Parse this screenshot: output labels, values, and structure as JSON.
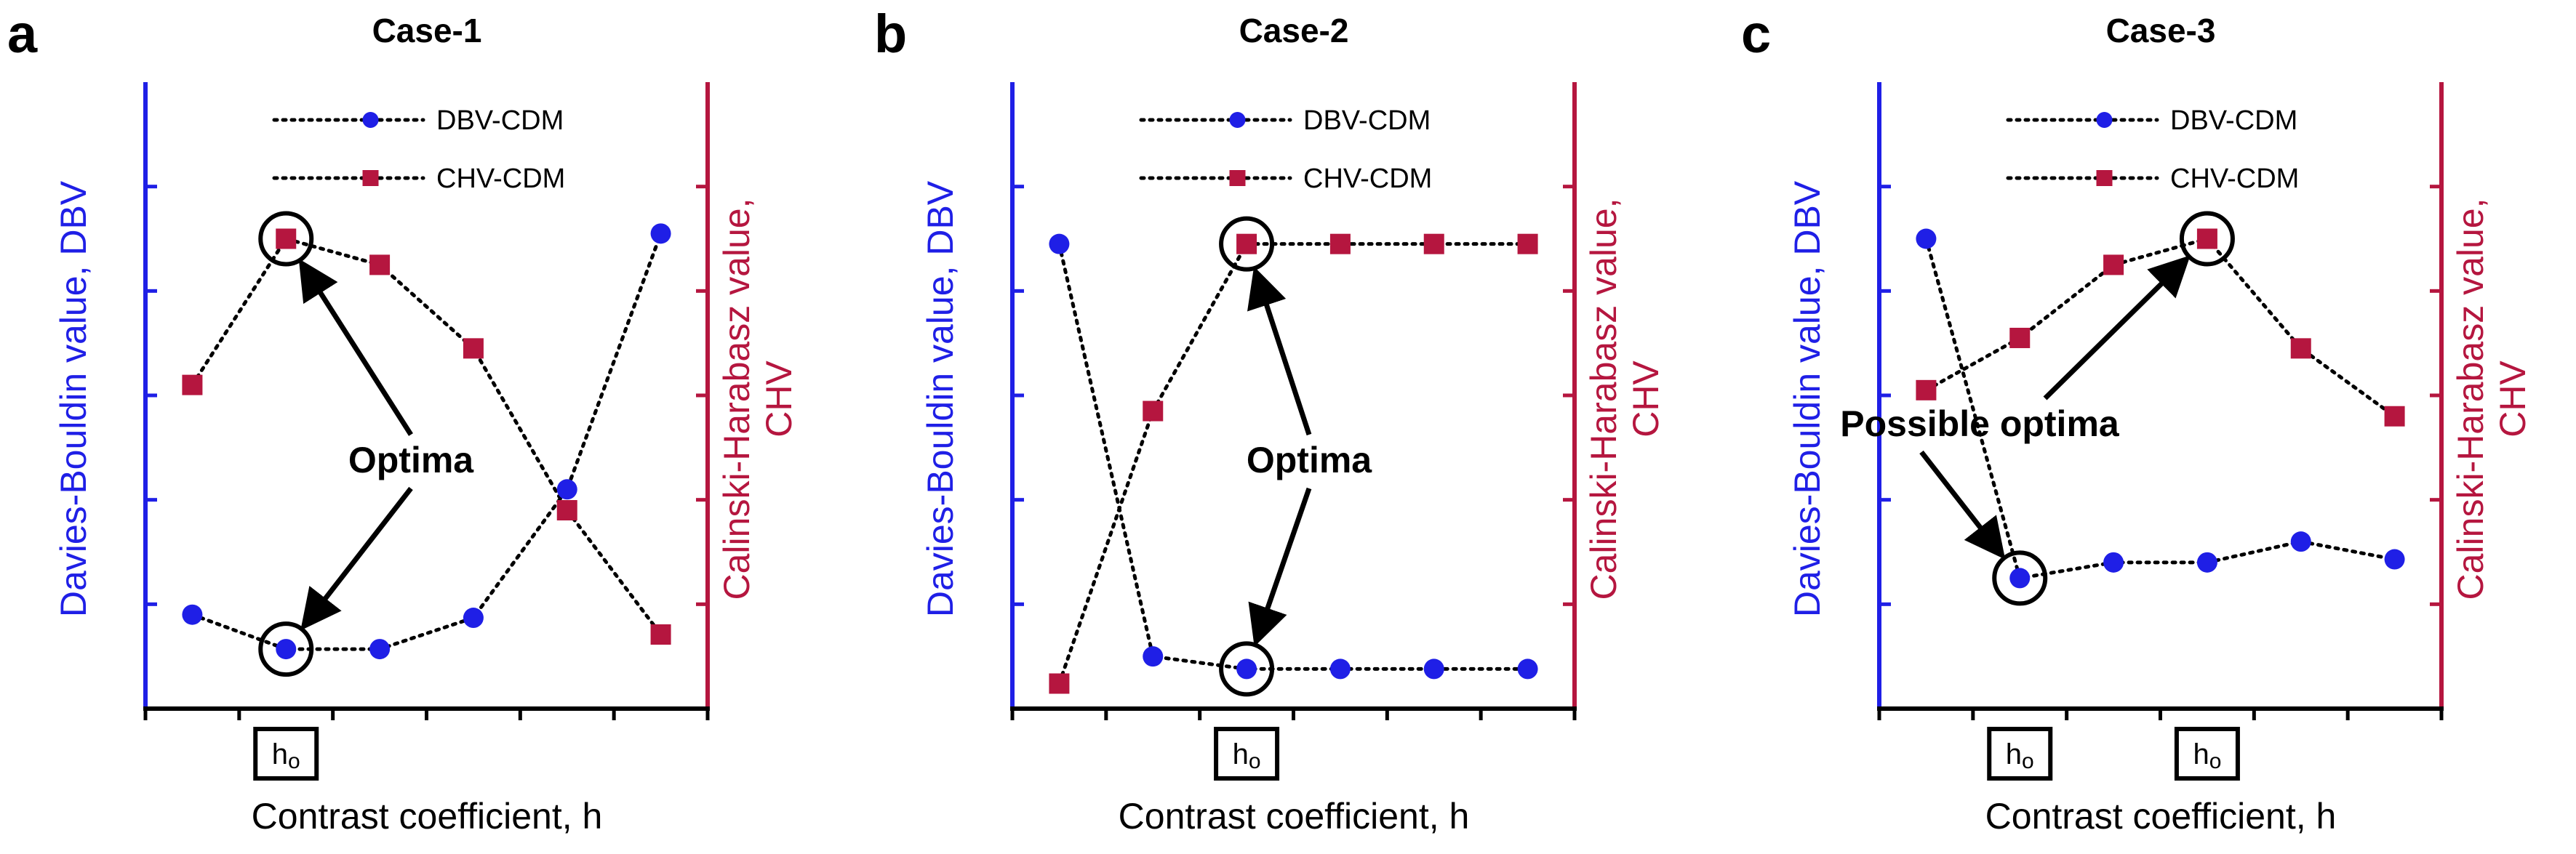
{
  "colors": {
    "dbv": "#1f1fe6",
    "chv": "#b5163f",
    "text": "#000000"
  },
  "chart_data": [
    {
      "type": "line",
      "panel": "a",
      "title": "Case-1",
      "xlabel": "Contrast coefficient, h",
      "ylabel_left": [
        "Davies-Bouldin value, ",
        "DBV"
      ],
      "ylabel_right": [
        "Calinski-Harabasz value,",
        "CHV"
      ],
      "x": [
        1,
        2,
        3,
        4,
        5,
        6
      ],
      "xlim": [
        0.5,
        6.5
      ],
      "ylim": [
        0,
        6
      ],
      "y2lim": [
        0,
        6
      ],
      "legend_placement": "top-center",
      "grid": false,
      "series": [
        {
          "name": "DBV-CDM",
          "axis": "left",
          "marker": "circle",
          "values": [
            0.9,
            0.57,
            0.57,
            0.87,
            2.1,
            4.55
          ]
        },
        {
          "name": "CHV-CDM",
          "axis": "right",
          "marker": "square",
          "values": [
            3.1,
            4.5,
            4.25,
            3.45,
            1.9,
            0.71
          ]
        }
      ],
      "annotations": [
        {
          "text": "Optima",
          "circled": [
            {
              "series": 1,
              "index": 1
            },
            {
              "series": 0,
              "index": 1
            }
          ]
        }
      ],
      "tick_boxes": [
        {
          "text": "ho",
          "x": 2
        }
      ]
    },
    {
      "type": "line",
      "panel": "b",
      "title": "Case-2",
      "xlabel": "Contrast coefficient, h",
      "ylabel_left": [
        "Davies-Bouldin value, ",
        "DBV"
      ],
      "ylabel_right": [
        "Calinski-Harabasz value,",
        "CHV"
      ],
      "x": [
        1,
        2,
        3,
        4,
        5,
        6
      ],
      "xlim": [
        0.5,
        6.5
      ],
      "ylim": [
        0,
        6
      ],
      "y2lim": [
        0,
        6
      ],
      "legend_placement": "top-center",
      "grid": false,
      "series": [
        {
          "name": "DBV-CDM",
          "axis": "left",
          "marker": "circle",
          "values": [
            4.45,
            0.5,
            0.38,
            0.38,
            0.38,
            0.38
          ]
        },
        {
          "name": "CHV-CDM",
          "axis": "right",
          "marker": "square",
          "values": [
            0.24,
            2.85,
            4.45,
            4.45,
            4.45,
            4.45
          ]
        }
      ],
      "annotations": [
        {
          "text": "Optima",
          "circled": [
            {
              "series": 1,
              "index": 2
            },
            {
              "series": 0,
              "index": 2
            }
          ]
        }
      ],
      "tick_boxes": [
        {
          "text": "ho",
          "x": 3
        }
      ]
    },
    {
      "type": "line",
      "panel": "c",
      "title": "Case-3",
      "xlabel": "Contrast coefficient, h",
      "ylabel_left": [
        "Davies-Bouldin value, ",
        "DBV"
      ],
      "ylabel_right": [
        "Calinski-Harabasz value,",
        "CHV"
      ],
      "x": [
        1,
        2,
        3,
        4,
        5,
        6
      ],
      "xlim": [
        0.5,
        6.5
      ],
      "ylim": [
        0,
        6
      ],
      "y2lim": [
        0,
        6
      ],
      "legend_placement": "top-center",
      "grid": false,
      "series": [
        {
          "name": "DBV-CDM",
          "axis": "left",
          "marker": "circle",
          "values": [
            4.5,
            1.25,
            1.4,
            1.4,
            1.6,
            1.43
          ]
        },
        {
          "name": "CHV-CDM",
          "axis": "right",
          "marker": "square",
          "values": [
            3.05,
            3.55,
            4.25,
            4.5,
            3.45,
            2.8
          ]
        }
      ],
      "annotations": [
        {
          "text": "Possible optima",
          "circled": [
            {
              "series": 1,
              "index": 3
            },
            {
              "series": 0,
              "index": 1
            }
          ]
        }
      ],
      "tick_boxes": [
        {
          "text": "ho",
          "x": 2
        },
        {
          "text": "ho",
          "x": 4
        }
      ]
    }
  ]
}
